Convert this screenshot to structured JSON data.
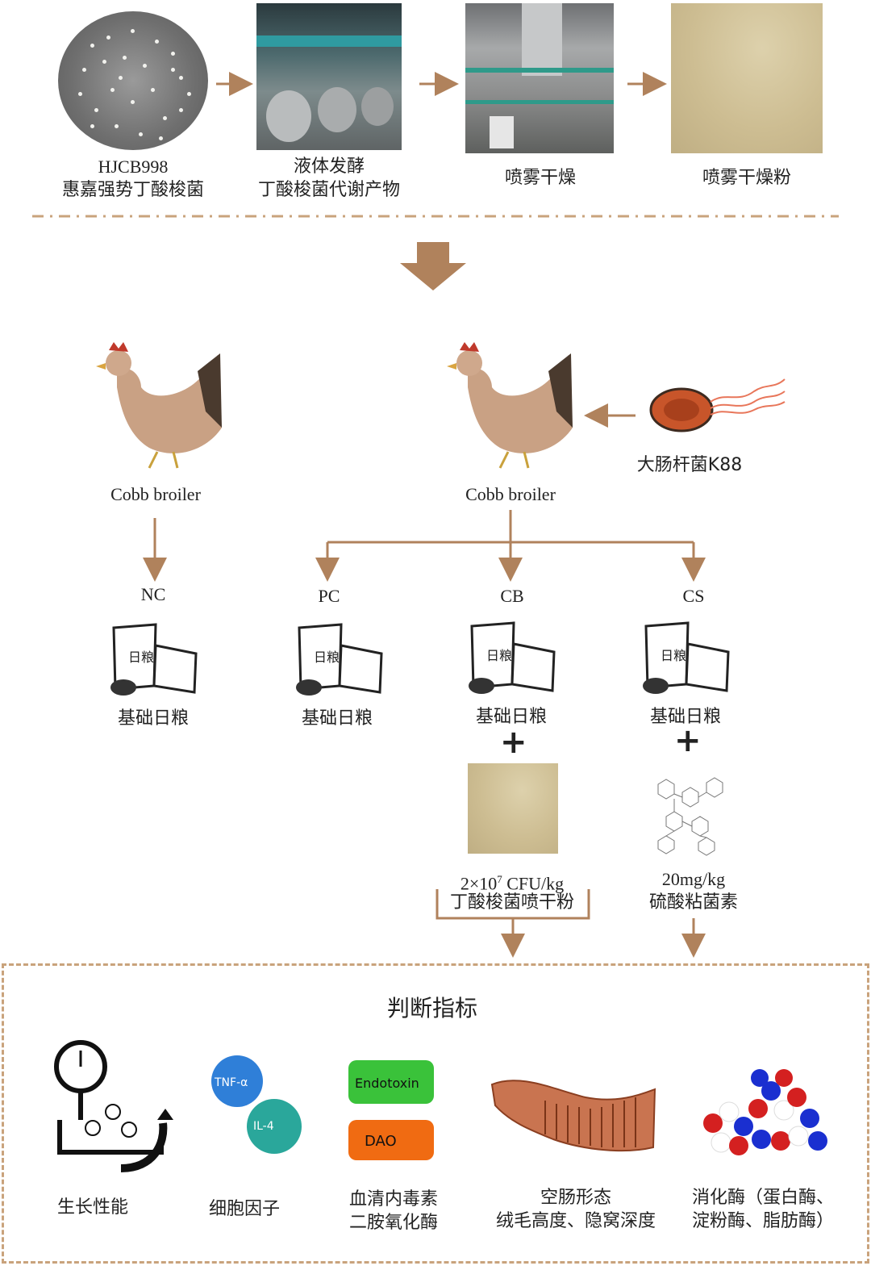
{
  "process": {
    "step1_line1": "HJCB998",
    "step1_line2": "惠嘉强势丁酸梭菌",
    "step2_line1": "液体发酵",
    "step2_line2": "丁酸梭菌代谢产物",
    "step3": "喷雾干燥",
    "step4": "喷雾干燥粉"
  },
  "animals": {
    "left_label": "Cobb broiler",
    "right_label": "Cobb broiler",
    "pathogen_label": "大肠杆菌K88"
  },
  "groups": [
    {
      "name": "NC",
      "diet": "基础日粮"
    },
    {
      "name": "PC",
      "diet": "基础日粮"
    },
    {
      "name": "CB",
      "diet": "基础日粮",
      "additive_line1": "2×10",
      "additive_exp": "7",
      "additive_unit": " CFU/kg",
      "additive_line2": "丁酸梭菌喷干粉"
    },
    {
      "name": "CS",
      "diet": "基础日粮",
      "additive_line1": "20mg/kg",
      "additive_line2": "硫酸粘菌素"
    }
  ],
  "bag_text": "日粮",
  "plus_sign": "+",
  "indicators": {
    "title": "判断指标",
    "items": [
      {
        "label": "生长性能"
      },
      {
        "label": "细胞因子",
        "tag1": "TNF-α",
        "tag2": "IL-4"
      },
      {
        "label_line1": "血清内毒素",
        "label_line2": "二胺氧化酶",
        "tag1": "Endotoxin",
        "tag2": "DAO"
      },
      {
        "label_line1": "空肠形态",
        "label_line2": "绒毛高度、隐窝深度"
      },
      {
        "label_line1": "消化酶（蛋白酶、",
        "label_line2": "淀粉酶、脂肪酶）"
      }
    ]
  },
  "colors": {
    "arrow": "#b0825c",
    "dash": "#c9a37c"
  }
}
